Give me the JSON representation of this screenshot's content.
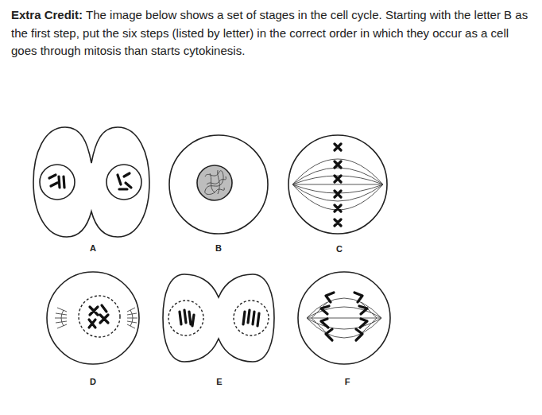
{
  "diagram": {
    "title": "Extra Credit:",
    "labels": [
      "The image below shows a set of stages in the cell cycle. Starting with the letter B as the first step, put the six steps (listed by letter) in the correct order in which they occur as a cell goes through mitosis than starts cytokinesis.",
      "A",
      "B",
      "C",
      "D",
      "E",
      "F"
    ]
  }
}
